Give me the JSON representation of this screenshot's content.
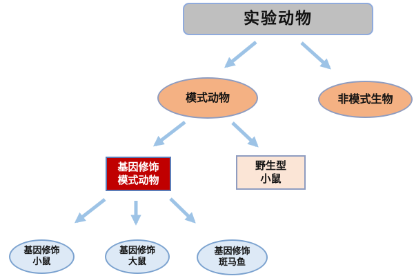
{
  "diagram": {
    "nodes": {
      "root": {
        "label": "实验动物",
        "shape": "rounded-rectangle",
        "fill": "#bfbfbf",
        "text_color": "#111111"
      },
      "model": {
        "label": "模式动物",
        "shape": "ellipse",
        "fill": "#f4b183",
        "text_color": "#111111"
      },
      "nonmodel": {
        "label": "非模式生物",
        "shape": "ellipse",
        "fill": "#f4b183",
        "text_color": "#111111"
      },
      "gm_model": {
        "label": "基因修饰\n模式动物",
        "shape": "rectangle",
        "fill": "#c00000",
        "text_color": "#ffffff"
      },
      "wild_mouse": {
        "label": "野生型\n小鼠",
        "shape": "rectangle",
        "fill": "#fbe5d6",
        "text_color": "#111111"
      },
      "gm_mouse": {
        "label": "基因修饰\n小鼠",
        "shape": "ellipse",
        "fill": "#dde9f6",
        "text_color": "#111111"
      },
      "gm_rat": {
        "label": "基因修饰\n大鼠",
        "shape": "ellipse",
        "fill": "#dde9f6",
        "text_color": "#111111"
      },
      "gm_zebrafish": {
        "label": "基因修饰\n斑马鱼",
        "shape": "ellipse",
        "fill": "#dde9f6",
        "text_color": "#111111"
      }
    },
    "edges": [
      {
        "from": "root",
        "to": "model"
      },
      {
        "from": "root",
        "to": "nonmodel"
      },
      {
        "from": "model",
        "to": "gm_model"
      },
      {
        "from": "model",
        "to": "wild_mouse"
      },
      {
        "from": "gm_model",
        "to": "gm_mouse"
      },
      {
        "from": "gm_model",
        "to": "gm_rat"
      },
      {
        "from": "gm_model",
        "to": "gm_zebrafish"
      }
    ],
    "colors": {
      "arrow": "#9dc3e6",
      "root_fill": "#bfbfbf",
      "root_border": "#8faadc",
      "orange_fill": "#f4b183",
      "orange_border": "#8e9cc0",
      "red_fill": "#c00000",
      "red_border": "#5b7cb8",
      "peach_fill": "#fbe5d6",
      "peach_border": "#8e9cc0",
      "blue_fill": "#dde9f6",
      "blue_border": "#7ba2cf",
      "background": "#ffffff"
    }
  }
}
